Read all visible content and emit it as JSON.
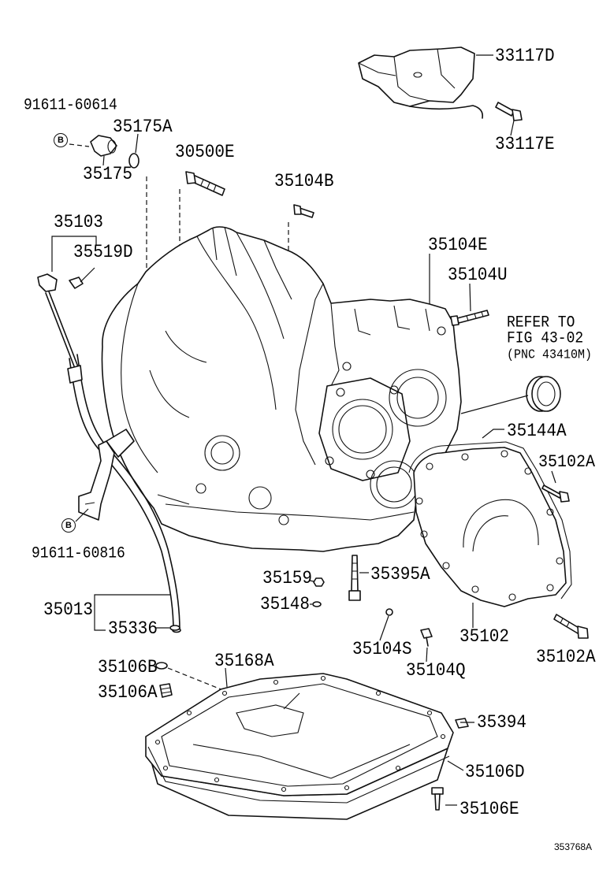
{
  "callouts": {
    "p33117D": "33117D",
    "p33117E": "33117E",
    "p91611_60614": "91611-60614",
    "p35175A": "35175A",
    "p35175": "35175",
    "p30500E": "30500E",
    "p35104B": "35104B",
    "p35103": "35103",
    "p35519D": "35519D",
    "p35104E": "35104E",
    "p35104U": "35104U",
    "p35144A": "35144A",
    "p35102A_upper": "35102A",
    "p91611_60816": "91611-60816",
    "p35159": "35159",
    "p35395A": "35395A",
    "p35013": "35013",
    "p35148": "35148",
    "p35336": "35336",
    "p35102": "35102",
    "p35104S": "35104S",
    "p35102A_lower": "35102A",
    "p35104Q": "35104Q",
    "p35106B": "35106B",
    "p35168A": "35168A",
    "p35106A": "35106A",
    "p35394": "35394",
    "p35106D": "35106D",
    "p35106E": "35106E"
  },
  "refer_note": {
    "line1": "REFER TO",
    "line2": "FIG 43-02",
    "line3": "(PNC 43410M)"
  },
  "markers": {
    "upper": "B",
    "lower": "B"
  },
  "figure_id": "353768A"
}
